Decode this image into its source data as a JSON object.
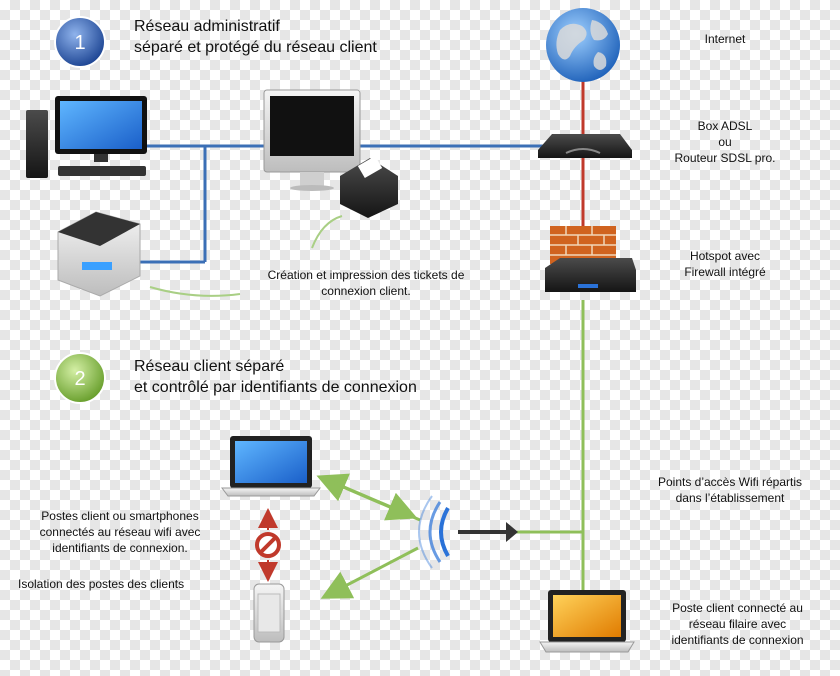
{
  "section1": {
    "number": "1",
    "title_line1": "Réseau administratif",
    "title_line2": "séparé et protégé du réseau client"
  },
  "section2": {
    "number": "2",
    "title_line1": "Réseau client séparé",
    "title_line2": "et contrôlé par identifiants de connexion"
  },
  "labels": {
    "internet": "Internet",
    "box_line1": "Box ADSL",
    "box_line2": "ou",
    "box_line3": "Routeur SDSL pro.",
    "hotspot_line1": "Hotspot avec",
    "hotspot_line2": "Firewall intégré",
    "tickets_line1": "Création et impression des tickets de",
    "tickets_line2": "connexion client.",
    "wifi_line1": "Points d’accès Wifi répartis",
    "wifi_line2": "dans l’établissement",
    "clients_line1": "Postes client ou smartphones",
    "clients_line2": "connectés au réseau wifi avec",
    "clients_line3": "identifiants de connexion.",
    "isolation": "Isolation des postes  des clients",
    "wired_line1": "Poste client connecté au",
    "wired_line2": "réseau filaire avec",
    "wired_line3": "identifiants de connexion"
  },
  "colors": {
    "admin_link": "#3b6fb6",
    "internet_link": "#c0392b",
    "client_link": "#8fbf5a",
    "badge1": "#2f5aa8",
    "badge2": "#8cc04a"
  },
  "icons": {
    "globe": "globe-icon",
    "router": "router-icon",
    "firewall": "firewall-icon",
    "hotspot": "hotspot-device-icon",
    "desktop": "desktop-pc-icon",
    "imac": "imac-icon",
    "ticket_printer": "ticket-printer-icon",
    "laser_printer": "printer-icon",
    "laptop": "laptop-icon",
    "smartphone": "smartphone-icon",
    "wifi_ap": "wifi-antenna-icon",
    "block": "no-entry-icon",
    "wired_laptop": "laptop-icon"
  }
}
